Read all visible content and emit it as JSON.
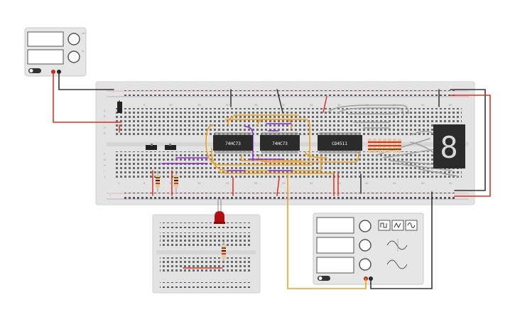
{
  "breadboard": {
    "column_numbers": [
      "1",
      "5",
      "10",
      "15",
      "20",
      "25",
      "30",
      "35",
      "40",
      "45",
      "50",
      "55",
      "60"
    ],
    "row_letters_top": [
      "A",
      "B",
      "C",
      "D",
      "E"
    ],
    "row_letters_bottom": [
      "F",
      "G",
      "H",
      "I",
      "J"
    ],
    "rail_plus": "+",
    "rail_minus": "-"
  },
  "chips": [
    {
      "label": "74HC73"
    },
    {
      "label": "74HC73"
    },
    {
      "label": "CD4511"
    }
  ],
  "display": {
    "digit": "8"
  },
  "power_supply": {
    "label_top": "18V",
    "label_bottom": "5V"
  },
  "function_generator": {
    "wave_buttons": [
      "square-wave-icon",
      "triangle-wave-icon",
      "sine-wave-icon"
    ]
  },
  "colors": {
    "board": "#e3e3e3",
    "wire_orange": "#f0a020",
    "wire_purple": "#8a2be2",
    "wire_red": "#e03020",
    "wire_black": "#333333",
    "wire_gray": "#a0a0a0",
    "chip": "#2b2b2b",
    "led": "#b01010"
  }
}
